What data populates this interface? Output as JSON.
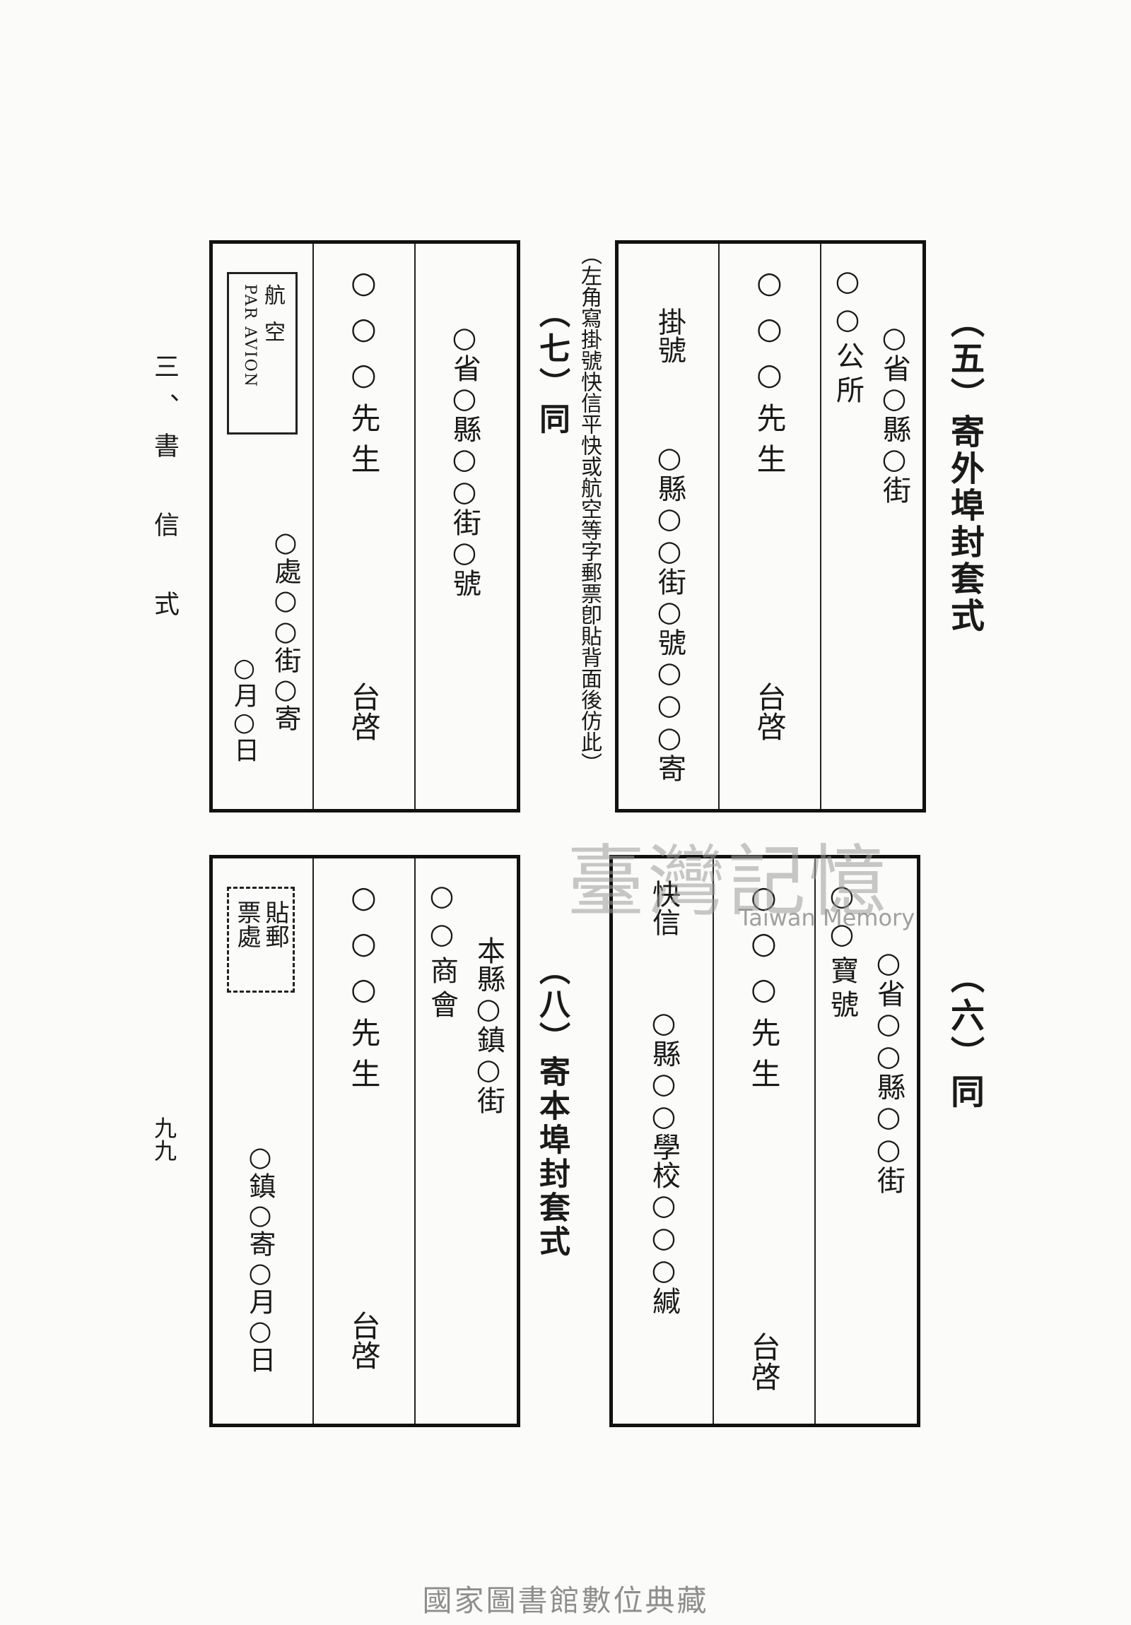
{
  "page": {
    "margin_title": "三、書　信　式",
    "page_number": "九九"
  },
  "section5": {
    "heading": "（五）寄外埠封套式",
    "col_right": "○省○縣○街",
    "col_right2": "○○公所",
    "col_mid": "○○○先生",
    "col_mid_end": "台啓",
    "col_left_top": "掛號",
    "col_left": "○縣○○街○號○○○寄",
    "note": "（左角寫掛號快信平快或航空等字郵票卽貼背面後仿此）"
  },
  "section6": {
    "heading": "（六）同",
    "col_right": "○省○○縣○○街",
    "col_right2": "○○寶號",
    "col_mid": "○○○先生",
    "col_mid_end": "台啓",
    "col_left_top": "快信",
    "col_left": "○縣○○學校○○○緘"
  },
  "section7": {
    "heading": "（七）同",
    "col_right": "○省○縣○○街○號",
    "col_mid": "○○○先生",
    "col_mid_end": "台啓",
    "col_left": "○處○○街○寄",
    "col_left2": "○月○日",
    "stamp_label_1": "航空",
    "stamp_label_2": "PAR AVION"
  },
  "section8": {
    "heading": "（八）寄本埠封套式",
    "col_right": "本縣○鎮○街",
    "col_right2": "○○商會",
    "col_mid": "○○○先生",
    "col_mid_end": "台啓",
    "col_left": "○鎮○寄○月○日",
    "stamp_label_1": "貼郵",
    "stamp_label_2": "票處"
  },
  "watermark": {
    "text": "臺灣記憶",
    "text_en": "Taiwan Memory"
  },
  "footer": {
    "text": "國家圖書館數位典藏"
  }
}
